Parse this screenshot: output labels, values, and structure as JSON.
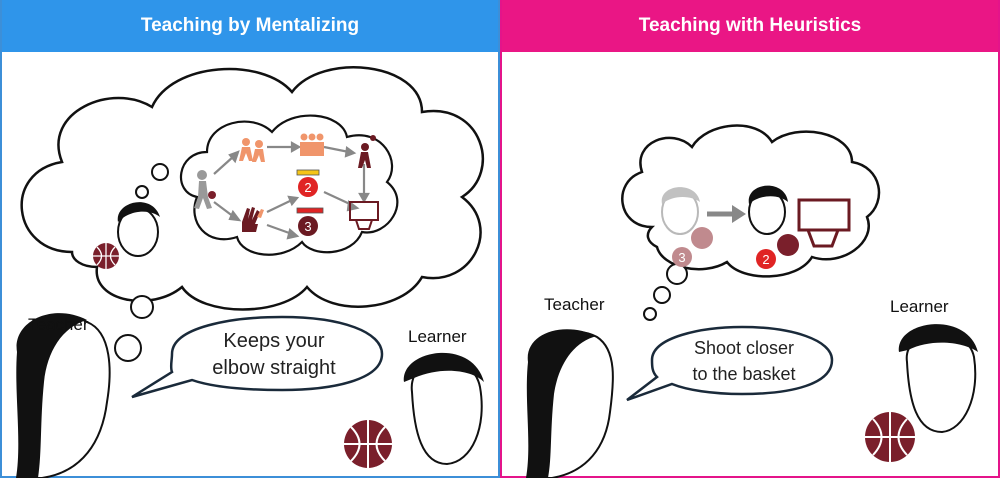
{
  "left_panel": {
    "title": "Teaching by Mentalizing",
    "teacher_label": "Teacher",
    "learner_label": "Learner",
    "speech_line1": "Keeps your",
    "speech_line2": "elbow straight",
    "badge_two": "2",
    "badge_three": "3"
  },
  "right_panel": {
    "title": "Teaching with Heuristics",
    "teacher_label": "Teacher",
    "learner_label": "Learner",
    "speech_line1": "Shoot closer",
    "speech_line2": "to the basket",
    "badge_three": "3",
    "badge_two": "2"
  },
  "colors": {
    "left_accent": "#2f95ea",
    "right_accent": "#ea1685",
    "ball": "#7a1f2b",
    "badge_red": "#e02424",
    "badge_dark": "#6b1a22",
    "badge_faded": "#c08a8e",
    "icon_orange": "#f0956b",
    "ruler_yellow": "#f5c518"
  }
}
